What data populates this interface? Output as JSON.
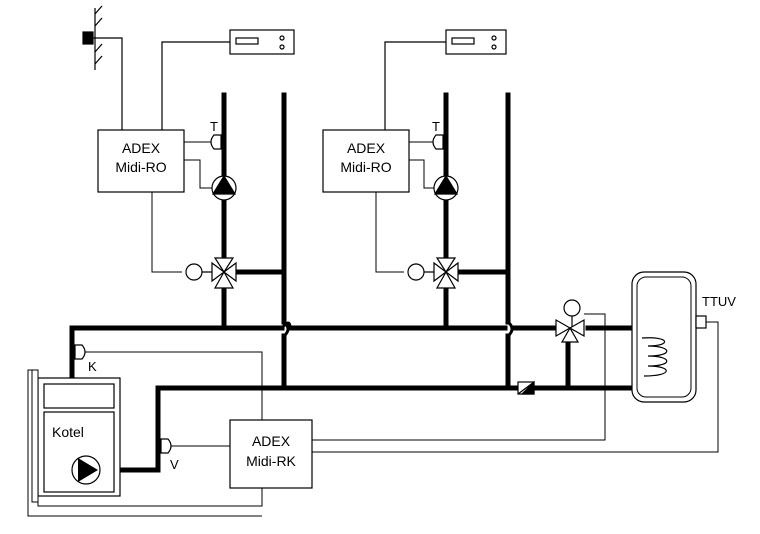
{
  "controllers": {
    "ro_left": {
      "line1": "ADEX",
      "line2": "Midi-RO"
    },
    "ro_right": {
      "line1": "ADEX",
      "line2": "Midi-RO"
    },
    "rk": {
      "line1": "ADEX",
      "line2": "Midi-RK"
    }
  },
  "sensors": {
    "t_left": "T",
    "t_right": "T",
    "k": "K",
    "v": "V",
    "ttuv": "TTUV"
  },
  "boiler": {
    "label": "Kotel"
  },
  "colors": {
    "line": "#000000",
    "background": "#ffffff"
  },
  "icons": [
    "outdoor-sensor-icon",
    "room-unit-icon",
    "pump-icon",
    "three-way-valve-icon",
    "servo-actuator-icon",
    "check-valve-icon",
    "coil-icon",
    "temperature-sensor-icon"
  ]
}
